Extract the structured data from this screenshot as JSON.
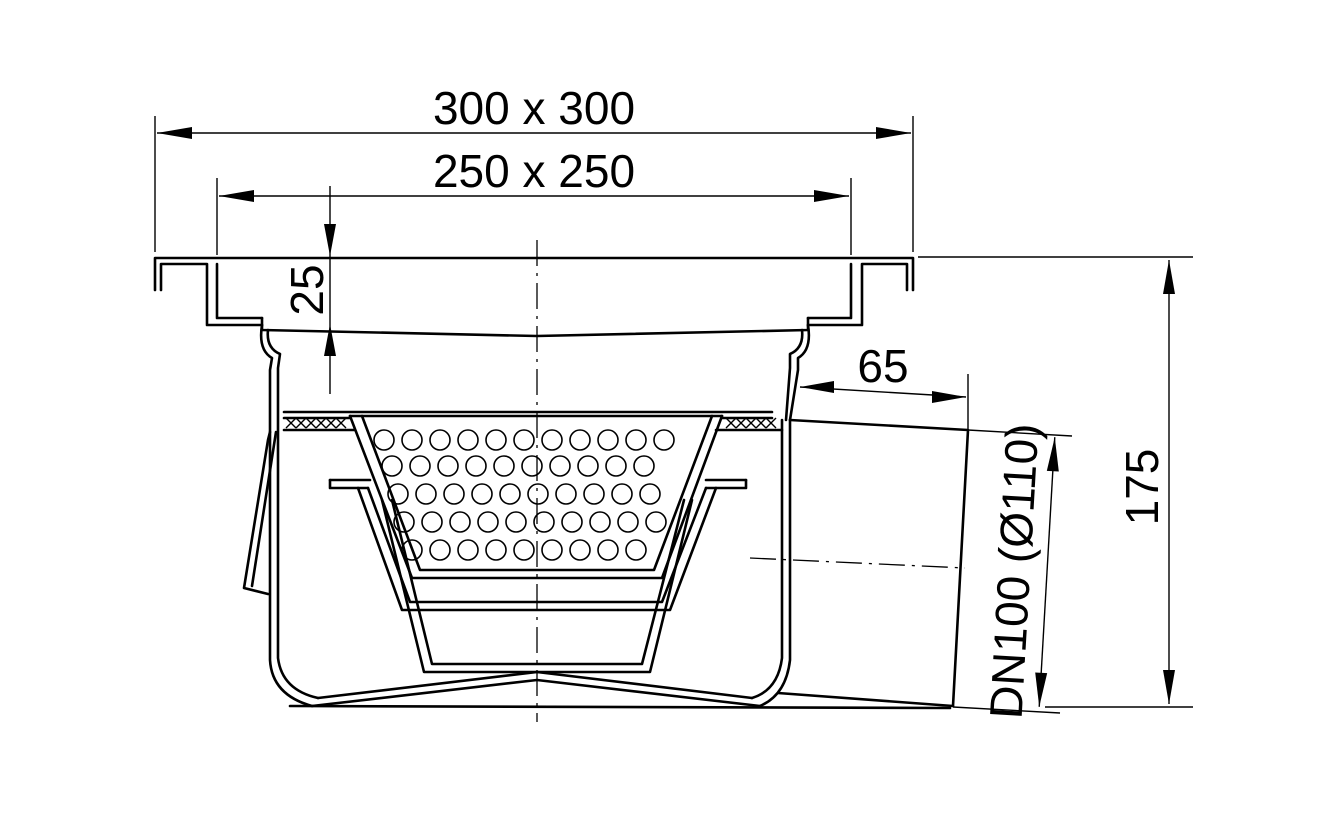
{
  "dimensions": {
    "outer_frame": "300 x 300",
    "inner_frame": "250 x 250",
    "frame_depth": "25",
    "outlet_length": "65",
    "total_height": "175",
    "outlet_diameter": "DN100 (Ø110)"
  }
}
